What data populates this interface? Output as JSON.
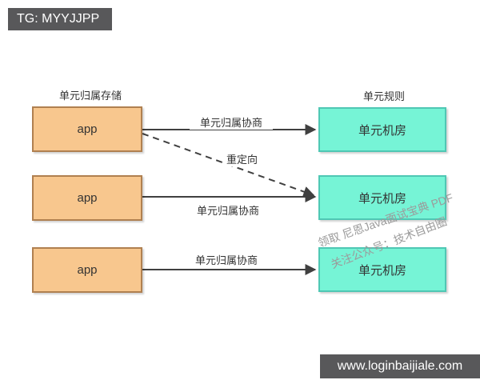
{
  "badges": {
    "top_left": "TG: MYYJJPP",
    "bottom_right": "www.loginbaijiale.com"
  },
  "diagram": {
    "left_column_header": "单元归属存储",
    "right_column_header": "单元规则",
    "app_boxes": [
      {
        "label": "app"
      },
      {
        "label": "app"
      },
      {
        "label": "app"
      }
    ],
    "unit_boxes": [
      {
        "label": "单元机房"
      },
      {
        "label": "单元机房"
      },
      {
        "label": "单元机房"
      }
    ],
    "arrows": [
      {
        "label": "单元归属协商",
        "style": "solid"
      },
      {
        "label": "重定向",
        "style": "dashed"
      },
      {
        "label": "单元归属协商",
        "style": "solid"
      },
      {
        "label": "单元归属协商",
        "style": "solid"
      }
    ]
  },
  "watermark": {
    "line1": "领取 尼恩Java面试宝典 PDF",
    "line2": "关注公众号：技术自由圈"
  },
  "colors": {
    "app_fill": "#F8C78E",
    "app_border": "#B08050",
    "unit_fill": "#76F4D6",
    "unit_border": "#4FC7B4",
    "badge_bg": "#58585A",
    "arrow": "#404040",
    "watermark": "#9B9B9B"
  }
}
